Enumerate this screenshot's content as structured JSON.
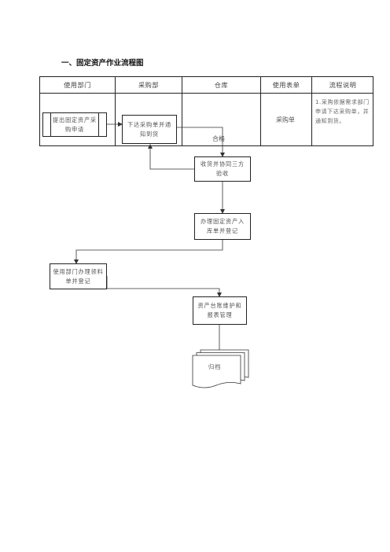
{
  "title": "一、固定资产作业流程图",
  "columns": [
    "使用部门",
    "采购部",
    "仓库",
    "使用表单",
    "流程说明"
  ],
  "nodes": {
    "request": "提出固定资产采购申请",
    "issue_po": "下达采购单并通知到货",
    "inspect": "收货并协同三方验收",
    "warehouse_in": "办理固定资产入库单并登记",
    "use_requisition": "使用部门办理领料单并登记",
    "ledger": "资产台账维护和报表管理",
    "archive": "归档"
  },
  "labels": {
    "pass": "合格",
    "form": "采购单"
  },
  "note": "1.采购依据需求部门申请下达采购单，并通知到货。"
}
